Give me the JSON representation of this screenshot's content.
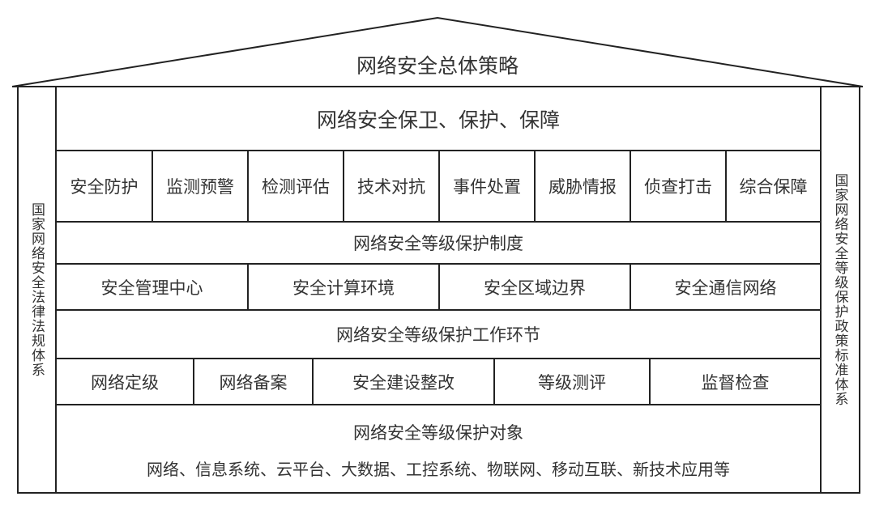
{
  "roof": {
    "title": "网络安全总体策略"
  },
  "left_pillar": {
    "label": "国家网络安全法律法规体系"
  },
  "right_pillar": {
    "label": "国家网络安全等级保护政策标准体系"
  },
  "layer1": {
    "title": "网络安全保卫、保护、保障",
    "items": [
      "安全防护",
      "监测预警",
      "检测评估",
      "技术对抗",
      "事件处置",
      "威胁情报",
      "侦查打击",
      "综合保障"
    ]
  },
  "layer2": {
    "title": "网络安全等级保护制度",
    "items": [
      "安全管理中心",
      "安全计算环境",
      "安全区域边界",
      "安全通信网络"
    ]
  },
  "layer3": {
    "title": "网络安全等级保护工作环节",
    "items": [
      "网络定级",
      "网络备案",
      "安全建设整改",
      "等级测评",
      "监督检查"
    ]
  },
  "layer4": {
    "title": "网络安全等级保护对象",
    "subtitle": "网络、信息系统、云平台、大数据、工控系统、物联网、移动互联、新技术应用等"
  }
}
